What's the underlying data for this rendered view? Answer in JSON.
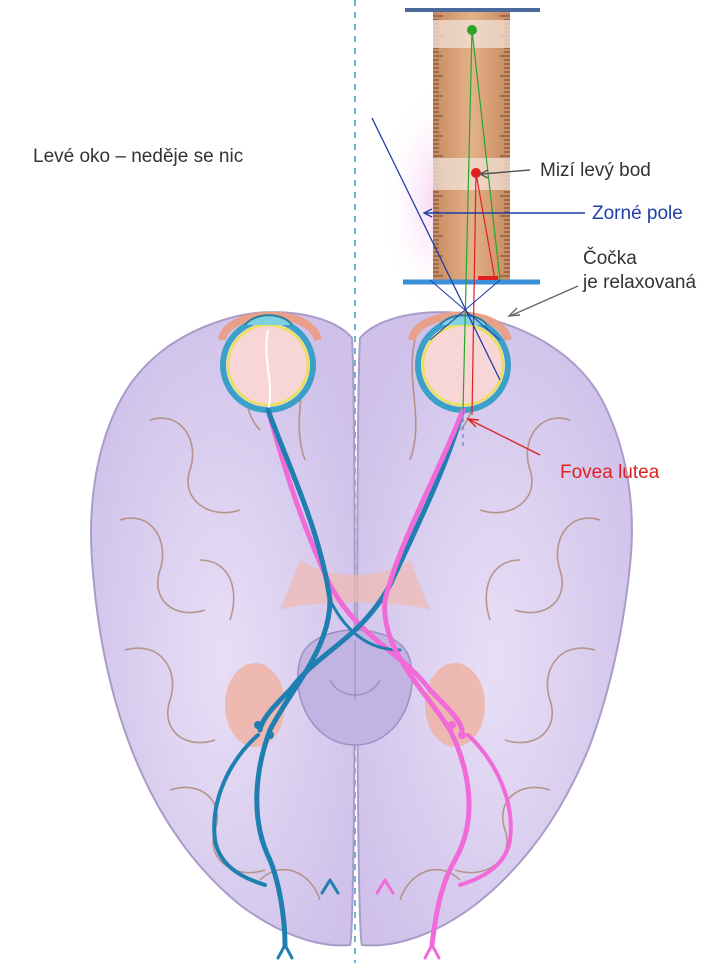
{
  "labels": {
    "left_eye": "Levé oko – neděje se nic",
    "left_point_disappears": "Mizí levý bod",
    "visual_field": "Zorné pole",
    "lens_line1": "Čočka",
    "lens_line2": "je relaxovaná",
    "fovea": "Fovea lutea"
  },
  "colors": {
    "brain": "#d9cdef",
    "brain_stroke": "#a99cc8",
    "gyri": "#b08a7a",
    "left_tract": "#1f7fb0",
    "right_tract": "#f06ad8",
    "ruler": "#d4a07a",
    "visual_field_line": "#1f3ea8",
    "fovea_label": "#e02020",
    "fixation_point": "#2aa52a",
    "test_point": "#e02020"
  },
  "icons": {
    "fixation_point": "green-dot",
    "test_point": "red-dot"
  }
}
